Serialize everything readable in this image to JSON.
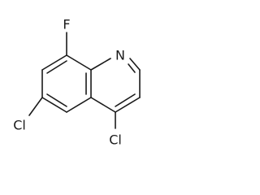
{
  "molecule": {
    "atoms": {
      "fluorine": "F",
      "nitrogen": "N",
      "chlorine_left": "Cl",
      "chlorine_bottom": "Cl"
    }
  }
}
